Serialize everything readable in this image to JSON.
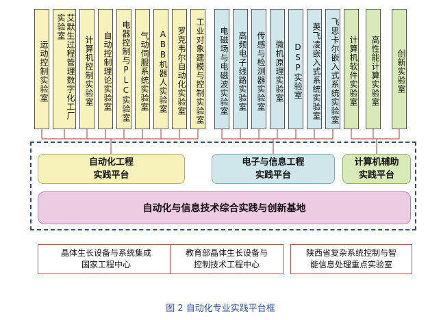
{
  "labs": [
    {
      "group": "automation",
      "text": "运动控制实验室"
    },
    {
      "group": "automation",
      "text": "艾默生过程管理数字化工厂实验室"
    },
    {
      "group": "automation",
      "text": "计算机控制实验室"
    },
    {
      "group": "automation",
      "text": "自动控制理论实验室"
    },
    {
      "group": "automation",
      "text": "电器控制与PLC实验室"
    },
    {
      "group": "automation",
      "text": "气动伺服系统实验室"
    },
    {
      "group": "automation",
      "text": "ABB机器人实验室"
    },
    {
      "group": "automation",
      "text": "罗克韦尔自动化实验室"
    },
    {
      "group": "automation",
      "text": "工业对象建模与控制实验室"
    },
    {
      "group": "electronic",
      "text": "电磁场与电磁波实验室"
    },
    {
      "group": "electronic",
      "text": "高频电子线路实验室"
    },
    {
      "group": "electronic",
      "text": "传感与检测器实验室"
    },
    {
      "group": "electronic",
      "text": "微机原理实验室"
    },
    {
      "group": "electronic",
      "text": "DSP实验室"
    },
    {
      "group": "electronic",
      "text": "英飞凌嵌入式系统实验室"
    },
    {
      "group": "electronic",
      "text": "飞思卡尔嵌入式系统实验室"
    },
    {
      "group": "computer",
      "text": "计算机软件实验室"
    },
    {
      "group": "computer",
      "text": "高性能计算实验室"
    },
    {
      "group": "computer",
      "text": "创新实验室"
    }
  ],
  "platforms": {
    "automation": {
      "line1": "自动化工程",
      "line2": "实践平台"
    },
    "electronic": {
      "line1": "电子与信息工程",
      "line2": "实践平台"
    },
    "computer": {
      "line1": "计算机辅助",
      "line2": "实践平台"
    }
  },
  "base_label": "自动化与信息技术综合实践与创新基地",
  "centers": [
    {
      "line1": "晶体生长设备与系统集成",
      "line2": "国家工程中心"
    },
    {
      "line1": "教育部晶体生长设备与",
      "line2": "控制技术工程中心"
    },
    {
      "line1": "陕西省复杂系统控制与智",
      "line2": "能信息处理重点实验室"
    }
  ],
  "caption": "图 2 自动化专业实践平台框",
  "colors": {
    "automation": "#f7f2ba",
    "electronic": "#cfe7ea",
    "computer": "#d8eab7",
    "connector": "#c0504d",
    "frame": "#2a4a7e"
  }
}
